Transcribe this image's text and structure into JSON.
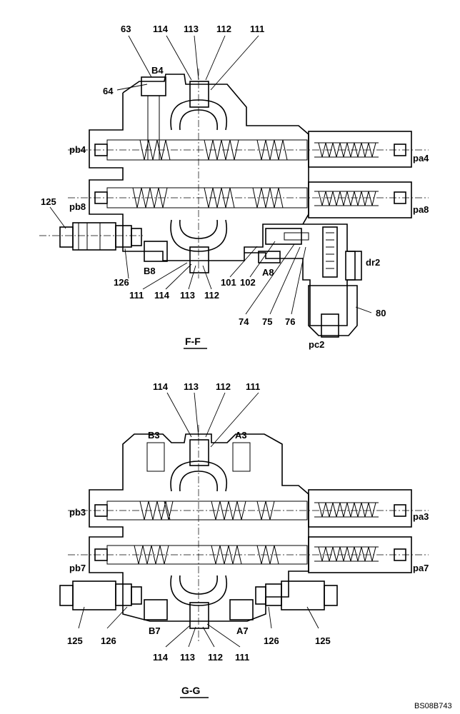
{
  "drawing_code": "BS08B743",
  "sections": [
    {
      "title": "F-F",
      "labels": {
        "l63": "63",
        "l114t": "114",
        "l113t": "113",
        "l112t": "112",
        "l111t": "111",
        "lB4": "B4",
        "l64": "64",
        "lpb4": "pb4",
        "lpa4": "pa4",
        "l125": "125",
        "lpb8": "pb8",
        "lpa8": "pa8",
        "ldr2": "dr2",
        "lB8": "B8",
        "lA8": "A8",
        "l126": "126",
        "l101": "101",
        "l102": "102",
        "l111b": "111",
        "l114b": "114",
        "l113b": "113",
        "l112b": "112",
        "l74": "74",
        "l75": "75",
        "l76": "76",
        "l80": "80",
        "lpc2": "pc2"
      }
    },
    {
      "title": "G-G",
      "labels": {
        "l114t": "114",
        "l113t": "113",
        "l112t": "112",
        "l111t": "111",
        "lB3": "B3",
        "lA3": "A3",
        "lpb3": "pb3",
        "lpa3": "pa3",
        "lpb7": "pb7",
        "lpa7": "pa7",
        "l125L": "125",
        "l126L": "126",
        "lB7": "B7",
        "lA7": "A7",
        "l126R": "126",
        "l125R": "125",
        "l114b": "114",
        "l113b": "113",
        "l112b": "112",
        "l111b": "111"
      }
    }
  ]
}
